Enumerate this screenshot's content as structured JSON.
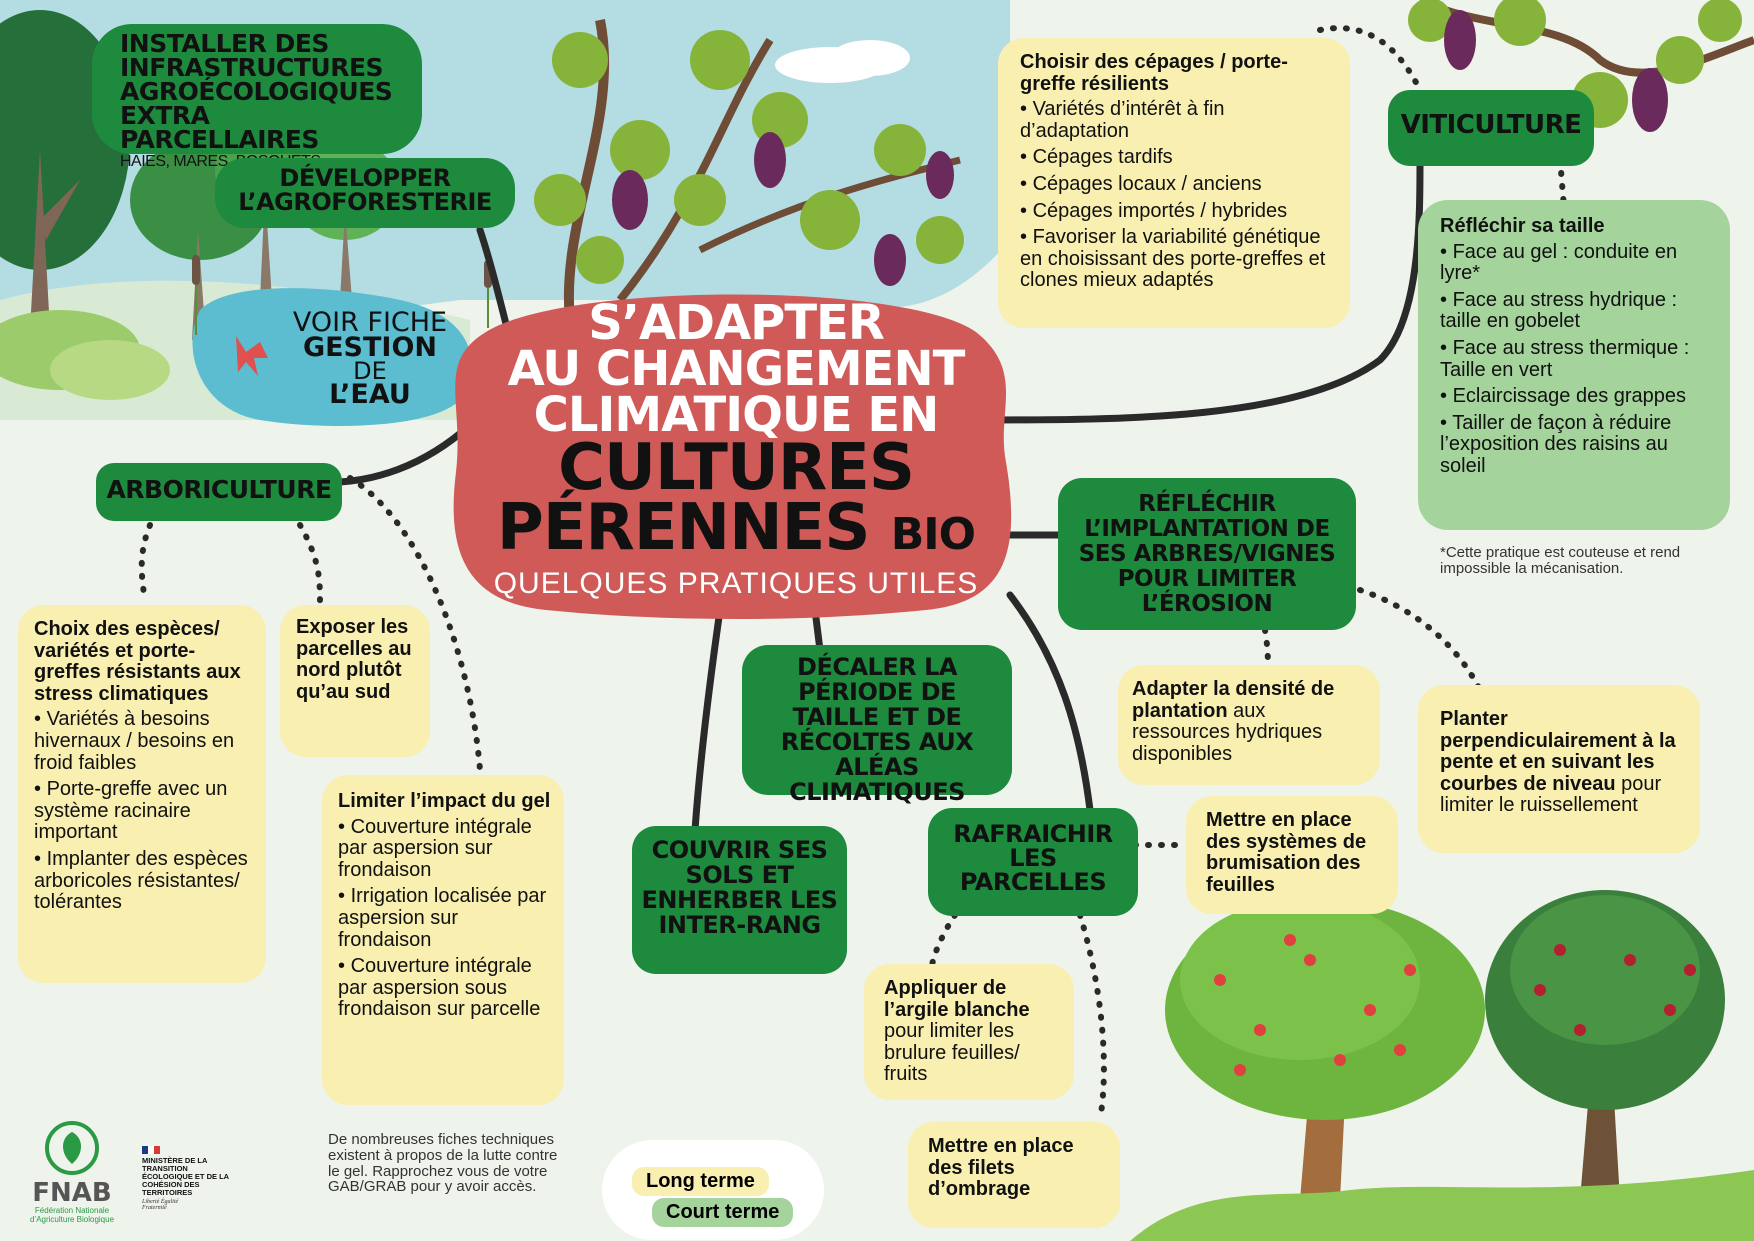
{
  "center": {
    "line1": "S’ADAPTER",
    "line2": "AU CHANGEMENT",
    "line3": "CLIMATIQUE EN",
    "line4": "CULTURES",
    "line5a": "PÉRENNES",
    "line5b": "BIO",
    "subtitle": "QUELQUES PRATIQUES UTILES"
  },
  "top_left": {
    "title": "INSTALLER DES INFRASTRUCTURES AGROÉCOLOGIQUES EXTRA PARCELLAIRES",
    "subtitle": "HAIES, MARES, BOSQUETS",
    "agro": "DÉVELOPPER L’AGROFORESTERIE"
  },
  "voir_fiche": {
    "line1": "VOIR FICHE",
    "line2": "GESTION",
    "line3": "DE",
    "line4": "L’EAU"
  },
  "viticulture": {
    "label": "VITICULTURE",
    "cepages": {
      "title": "Choisir des cépages / porte-greffe résilients",
      "items": [
        "Variétés d’intérêt à fin d’adaptation",
        "Cépages tardifs",
        "Cépages locaux / anciens",
        "Cépages importés / hybrides",
        "Favoriser la variabilité génétique en choisissant des porte-greffes et clones mieux adaptés"
      ]
    },
    "taille": {
      "title": "Réfléchir sa taille",
      "items": [
        "Face au gel : conduite en lyre*",
        "Face au stress hydrique : taille en gobelet",
        "Face au stress thermique : Taille en vert",
        "Eclaircissage des grappes",
        "Tailler de façon à réduire l’exposition des raisins au soleil"
      ]
    },
    "footnote": "*Cette pratique est couteuse et rend impossible la mécanisation."
  },
  "arboriculture": {
    "label": "ARBORICULTURE",
    "choix": {
      "title": "Choix des espèces/ variétés et porte-greffes résistants aux stress climatiques",
      "items": [
        "Variétés à besoins hivernaux / besoins en froid faibles",
        "Porte-greffe avec un système racinaire important",
        "Implanter des espèces arboricoles résistantes/ tolérantes"
      ]
    },
    "exposer": "Exposer les parcelles au nord plutôt qu’au sud",
    "gel": {
      "title": "Limiter l’impact du gel",
      "items": [
        "Couverture intégrale par aspersion sur frondaison",
        "Irrigation localisée par aspersion sur frondaison",
        "Couverture intégrale par aspersion sous frondaison sur parcelle"
      ]
    }
  },
  "implantation": {
    "label": "RÉFLÉCHIR L’IMPLANTATION DE SES ARBRES/VIGNES POUR LIMITER L’ÉROSION",
    "densite_bold": "Adapter la densité de plantation",
    "densite_rest": " aux ressources hydriques disponibles",
    "planter_bold": "Planter perpendiculairement à la pente et en suivant les courbes de niveau",
    "planter_rest": " pour limiter le ruissellement"
  },
  "decaler": {
    "label": "DÉCALER LA PÉRIODE DE TAILLE ET DE RÉCOLTES AUX ALÉAS CLIMATIQUES"
  },
  "couvrir": {
    "label": "COUVRIR SES SOLS ET ENHERBER LES INTER-RANG"
  },
  "rafraichir": {
    "label": "RAFRAICHIR LES PARCELLES",
    "brumisation": "Mettre en place des systèmes de brumisation des feuilles",
    "argile_bold": "Appliquer de l’argile blanche",
    "argile_rest": " pour limiter les brulure feuilles/ fruits",
    "filets": "Mettre en place des filets d’ombrage"
  },
  "gel_note": "De nombreuses fiches techniques existent à propos de la lutte contre le gel. Rapprochez vous de votre GAB/GRAB pour y avoir accès.",
  "legend": {
    "long": "Long terme",
    "court": "Court terme"
  },
  "logos": {
    "fnab": "FNAB",
    "fnab_sub": "Fédération Nationale d’Agriculture Biologique",
    "ministere": "MINISTÈRE DE LA TRANSITION ÉCOLOGIQUE ET DE LA COHÉSION DES TERRITOIRES",
    "devise": "Liberté Égalité Fraternité"
  },
  "colors": {
    "dark_green": "#1e8a3e",
    "yellow_card": "#f8efb0",
    "light_green_card": "#a5d39c",
    "center_red": "#cf5a58",
    "water_blue": "#5cbcd0"
  }
}
